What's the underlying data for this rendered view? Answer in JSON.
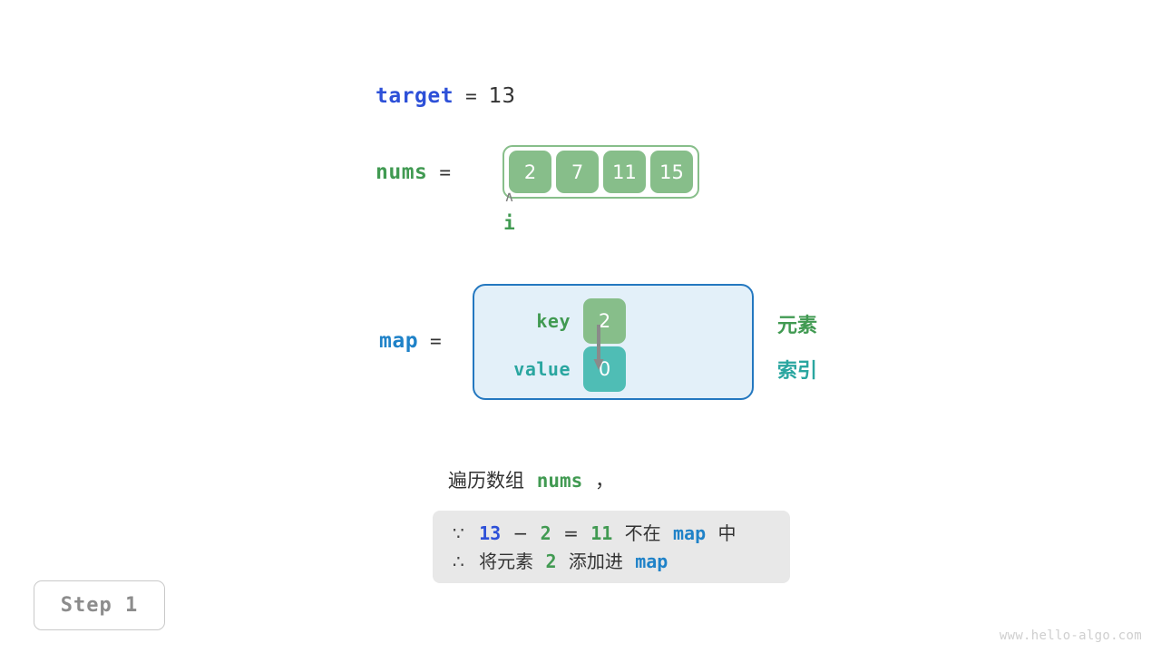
{
  "target": {
    "label": "target",
    "equals": "=",
    "value": "13"
  },
  "nums": {
    "label": "nums",
    "equals": "=",
    "cells": [
      "2",
      "7",
      "11",
      "15"
    ]
  },
  "pointer": {
    "caret_glyph": "∧",
    "label": "i",
    "points_at_index": 0
  },
  "map": {
    "label": "map",
    "equals": "=",
    "key_label": "key",
    "value_label": "value",
    "key_cell": "2",
    "value_cell": "0",
    "legend_element": "元素",
    "legend_index": "索引"
  },
  "caption": {
    "prefix": "遍历数组",
    "code": "nums",
    "suffix": "，"
  },
  "note": {
    "line1": {
      "symbol": "∵",
      "a": "13",
      "minus": "−",
      "b": "2",
      "eq": "=",
      "result": "11",
      "text": "不在",
      "map": "map",
      "tail": "中"
    },
    "line2": {
      "symbol": "∴",
      "text_before": "将元素",
      "num": "2",
      "text_after": "添加进",
      "map": "map"
    }
  },
  "step": {
    "label": "Step 1"
  },
  "watermark": {
    "text": "www.hello-algo.com"
  },
  "colors": {
    "green": "#87BE8A",
    "green_text": "#419A52",
    "teal": "#4FBDB5",
    "teal_text": "#2AA6A0",
    "blue_target": "#2D50D8",
    "blue_map": "#1F82C8",
    "blue_border": "#2478C0",
    "map_fill": "#E3F0F9",
    "note_bg": "#E8E8E8",
    "arrow_gray": "#8A8A8A",
    "step_gray": "#8C8C8C"
  }
}
